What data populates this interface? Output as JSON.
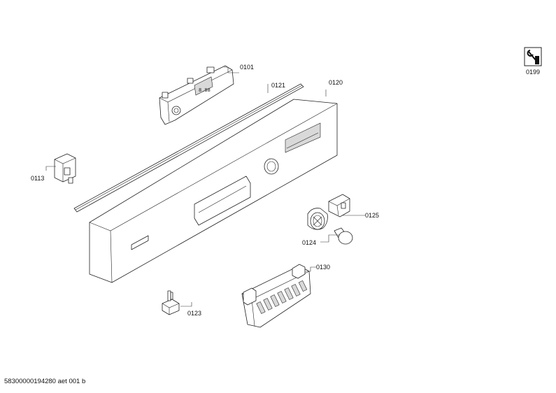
{
  "labels": {
    "p0101": "0101",
    "p0121": "0121",
    "p0120": "0120",
    "p0113": "0113",
    "p0125": "0125",
    "p0124": "0124",
    "p0130": "0130",
    "p0123": "0123",
    "p0199": "0199"
  },
  "footer": {
    "doc_number": "58300000194280 aet 001 b"
  },
  "icons": {
    "tool_symbol": "wrench-screwdriver-icon"
  }
}
